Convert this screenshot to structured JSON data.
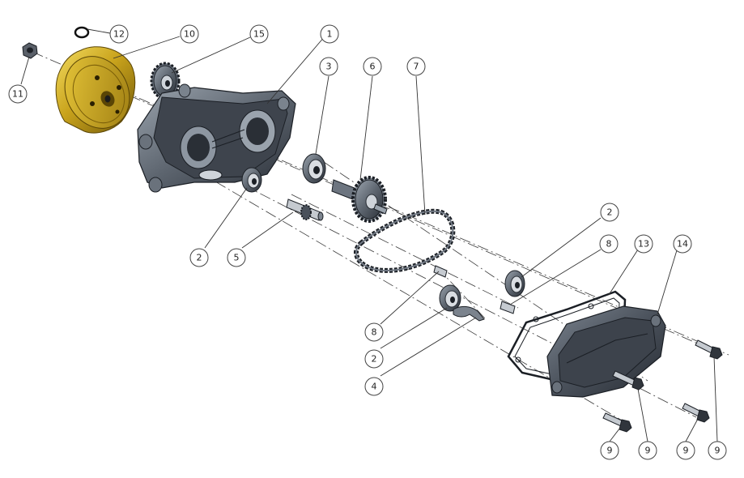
{
  "balloons": [
    {
      "label": "12"
    },
    {
      "label": "10"
    },
    {
      "label": "15"
    },
    {
      "label": "1"
    },
    {
      "label": "11"
    },
    {
      "label": "3"
    },
    {
      "label": "6"
    },
    {
      "label": "7"
    },
    {
      "label": "2"
    },
    {
      "label": "5"
    },
    {
      "label": "2"
    },
    {
      "label": "8"
    },
    {
      "label": "13"
    },
    {
      "label": "14"
    },
    {
      "label": "8"
    },
    {
      "label": "2"
    },
    {
      "label": "4"
    },
    {
      "label": "9"
    },
    {
      "label": "9"
    },
    {
      "label": "9"
    },
    {
      "label": "9"
    }
  ],
  "colors": {
    "flywheel": "#c8a21a",
    "housing": "#4b525c",
    "line": "#333333"
  }
}
